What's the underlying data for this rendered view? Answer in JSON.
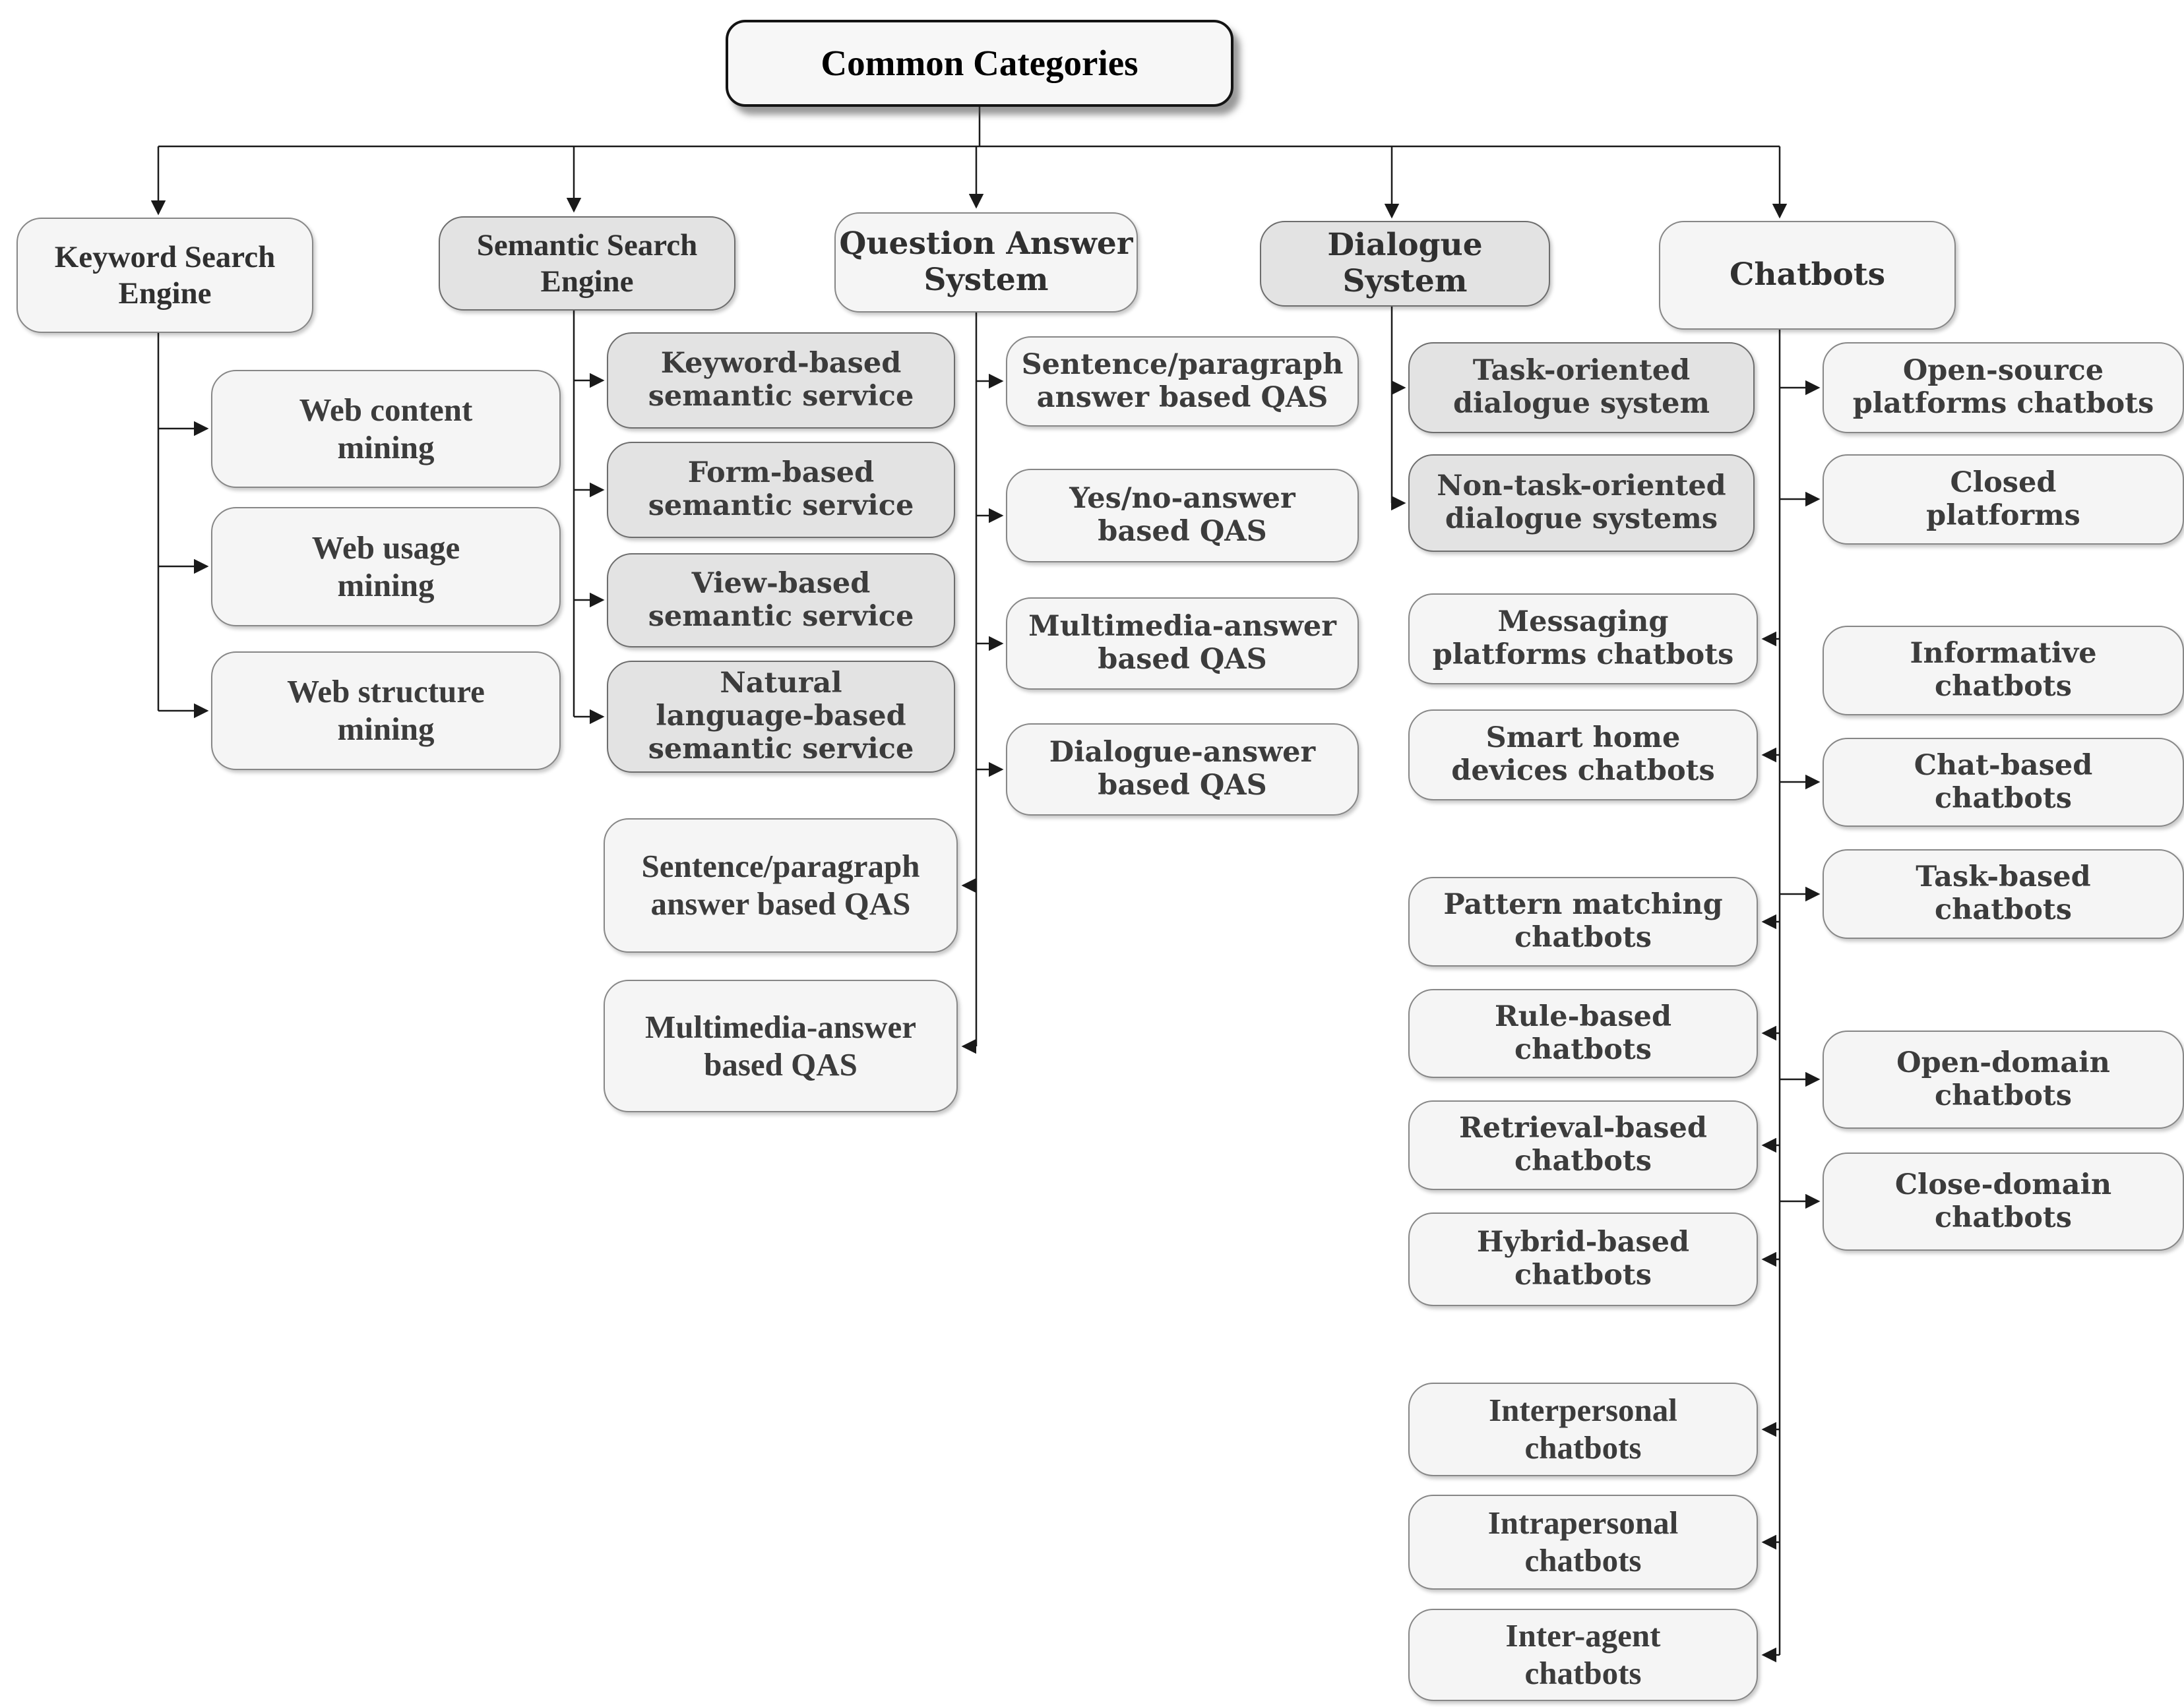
{
  "diagram": {
    "root": {
      "label": "Common Categories"
    },
    "branches": [
      {
        "label": "Keyword Search\nEngine",
        "children": [
          "Web content\nmining",
          "Web usage\nmining",
          "Web structure\nmining"
        ]
      },
      {
        "label": "Semantic Search\nEngine",
        "children": [
          "Keyword-based\nsemantic service",
          "Form-based\nsemantic service",
          "View-based\nsemantic service",
          "Natural\nlanguage-based\nsemantic service"
        ]
      },
      {
        "label": "Question Answer\nSystem",
        "children_right": [
          "Sentence/paragraph\nanswer based QAS",
          "Yes/no-answer\nbased QAS",
          "Multimedia-answer\nbased QAS",
          "Dialogue-answer\nbased QAS"
        ],
        "children_left": [
          "Sentence/paragraph\nanswer based QAS",
          "Multimedia-answer\nbased QAS"
        ]
      },
      {
        "label": "Dialogue System",
        "children": [
          "Task-oriented\ndialogue system",
          "Non-task-oriented\ndialogue systems"
        ]
      },
      {
        "label": "Chatbots",
        "children_right": [
          "Open-source\nplatforms chatbots",
          "Closed\nplatforms",
          "Informative\nchatbots",
          "Chat-based\nchatbots",
          "Task-based\nchatbots",
          "Open-domain\nchatbots",
          "Close-domain\nchatbots"
        ],
        "children_left": [
          "Messaging\nplatforms chatbots",
          "Smart home\ndevices chatbots",
          "Pattern matching\nchatbots",
          "Rule-based\nchatbots",
          "Retrieval-based\nchatbots",
          "Hybrid-based\nchatbots",
          "Interpersonal\nchatbots",
          "Intrapersonal\nchatbots",
          "Inter-agent\nchatbots"
        ]
      }
    ],
    "colors": {
      "background": "#ffffff",
      "node_light": "#f5f5f5",
      "node_dark": "#e3e3e3",
      "border": "#6d6d6d",
      "line": "#1a1a1a",
      "text": "#3c3c3c"
    }
  }
}
